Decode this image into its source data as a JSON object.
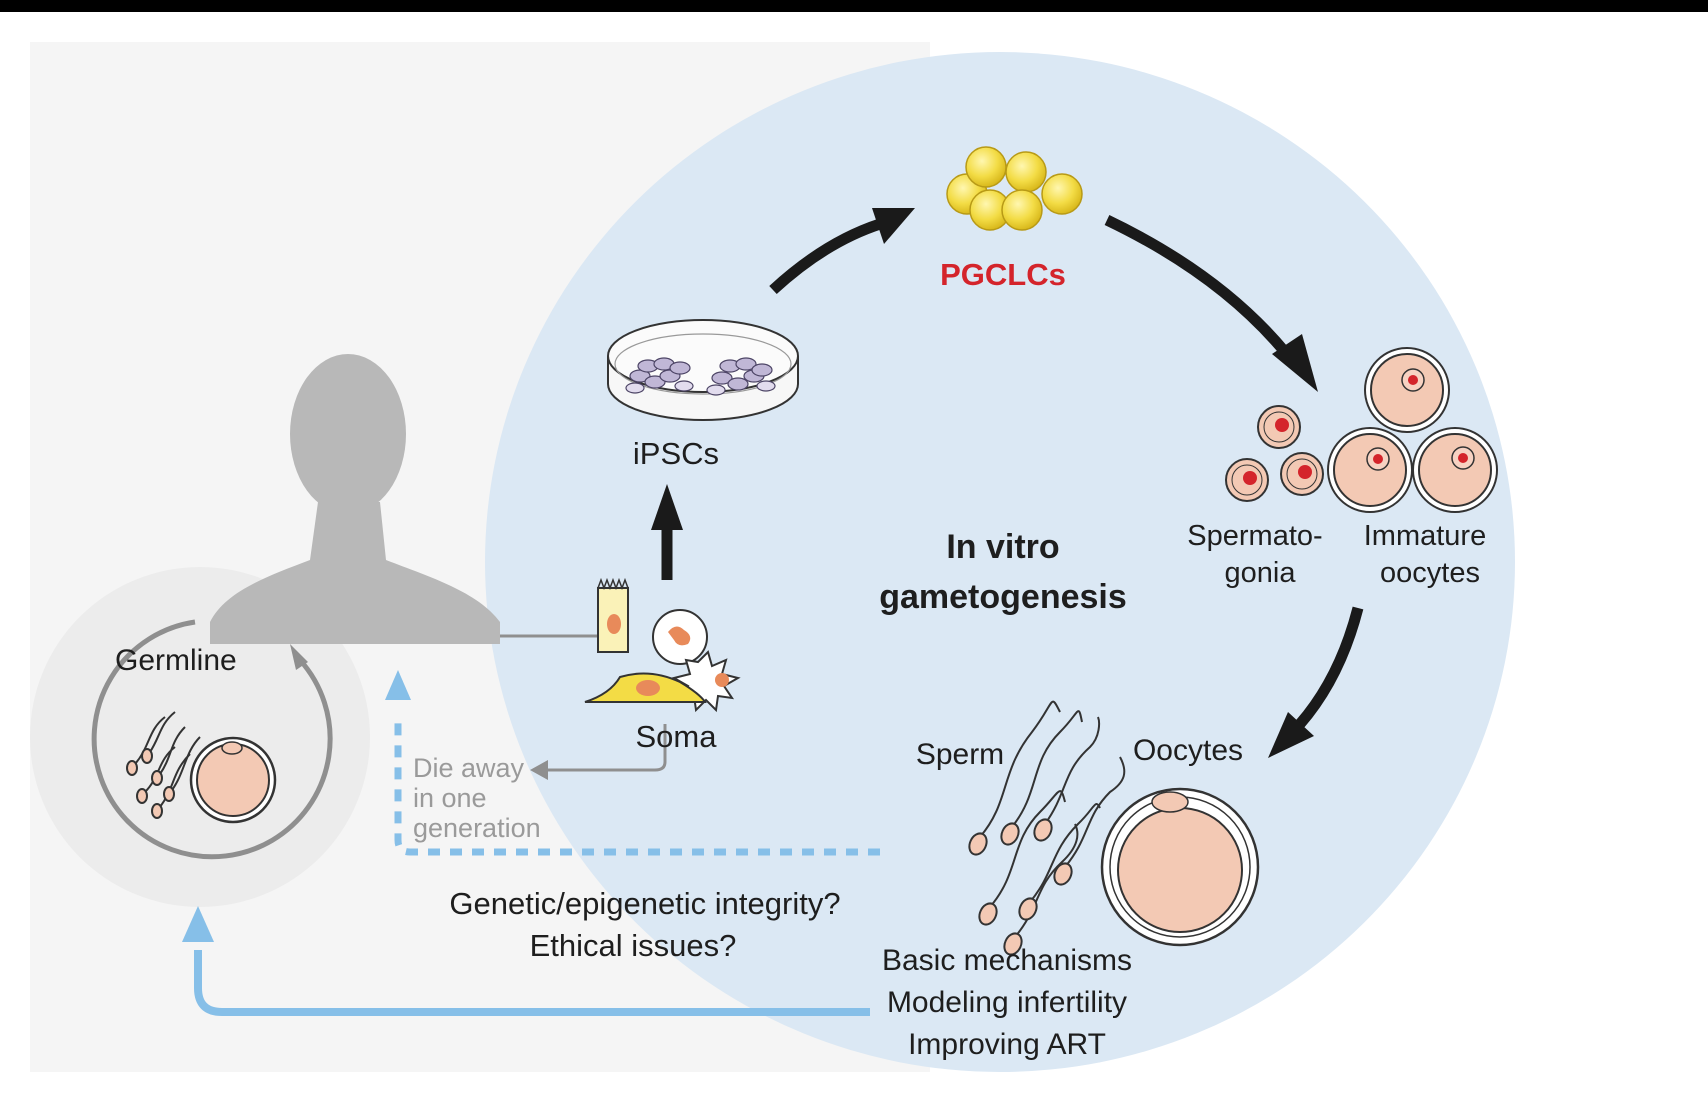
{
  "labels": {
    "pgclcs": "PGCLCs",
    "ipscs": "iPSCs",
    "in_vitro_line1": "In vitro",
    "in_vitro_line2": "gametogenesis",
    "spermatogonia_line1": "Spermato-",
    "spermatogonia_line2": "gonia",
    "immature_line1": "Immature",
    "immature_line2": "oocytes",
    "soma": "Soma",
    "germline": "Germline",
    "sperm": "Sperm",
    "oocytes": "Oocytes",
    "die_away_line1": "Die away",
    "die_away_line2": "in one",
    "die_away_line3": "generation",
    "question1": "Genetic/epigenetic integrity?",
    "question2": "Ethical issues?",
    "app1": "Basic mechanisms",
    "app2": "Modeling infertility",
    "app3": "Improving ART"
  },
  "icons": {
    "person": "person-silhouette-icon",
    "dish": "petri-dish-icon",
    "pgclc_cluster": "cell-cluster-icon",
    "egg": "oocyte-icon",
    "sperm": "sperm-icon"
  },
  "colors": {
    "circle_fill": "#dbe8f4",
    "germline_fill": "#ececec",
    "person_fill": "#b8b8b8",
    "arrow_blue": "#86bfe8",
    "arrow_black": "#1a1a1a",
    "pgclc_yellow": "#f3dc45",
    "cell_peach": "#f3c9b4",
    "cell_red": "#d4242b",
    "label_red": "#d4242b"
  }
}
